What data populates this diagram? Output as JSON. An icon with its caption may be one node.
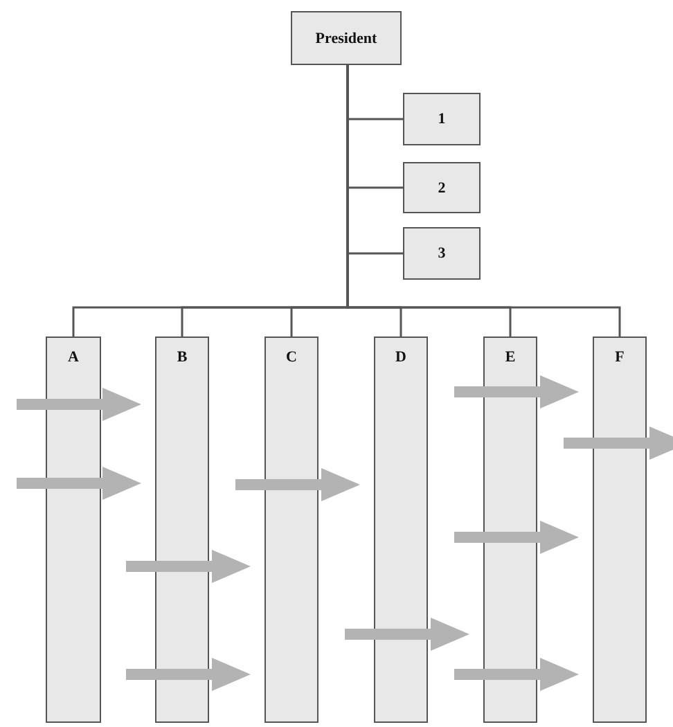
{
  "diagram": {
    "nodes": [
      {
        "text": [
          "President"
        ]
      },
      {
        "text": [
          "1"
        ]
      },
      {
        "text": [
          "2"
        ]
      },
      {
        "text": [
          "3"
        ]
      },
      {
        "text": [
          "A"
        ]
      },
      {
        "text": [
          "B"
        ]
      },
      {
        "text": [
          "C"
        ]
      },
      {
        "text": [
          "D"
        ]
      },
      {
        "text": [
          "E"
        ]
      },
      {
        "text": [
          "F"
        ]
      }
    ],
    "edges": [
      {
        "from": 0,
        "to": 1,
        "arrow": "none"
      },
      {
        "from": 0,
        "to": 2,
        "arrow": "none"
      },
      {
        "from": 0,
        "to": 3,
        "arrow": "none"
      },
      {
        "from": 0,
        "to": 4,
        "arrow": "none"
      },
      {
        "from": 0,
        "to": 5,
        "arrow": "none"
      },
      {
        "from": 0,
        "to": 6,
        "arrow": "none"
      },
      {
        "from": 0,
        "to": 7,
        "arrow": "none"
      },
      {
        "from": 0,
        "to": 8,
        "arrow": "none"
      },
      {
        "from": 0,
        "to": 9,
        "arrow": "none"
      },
      {
        "from": 4,
        "to": null,
        "arrow": "to",
        "style": "thick",
        "color": "#b3b3b3"
      },
      {
        "from": 4,
        "to": null,
        "arrow": "to",
        "style": "thick",
        "color": "#b3b3b3"
      },
      {
        "from": 5,
        "to": null,
        "arrow": "to",
        "style": "thick",
        "color": "#b3b3b3"
      },
      {
        "from": 5,
        "to": null,
        "arrow": "to",
        "style": "thick",
        "color": "#b3b3b3"
      },
      {
        "from": 6,
        "to": null,
        "arrow": "to",
        "style": "thick",
        "color": "#b3b3b3"
      },
      {
        "from": 7,
        "to": null,
        "arrow": "to",
        "style": "thick",
        "color": "#b3b3b3"
      },
      {
        "from": 8,
        "to": null,
        "arrow": "to",
        "style": "thick",
        "color": "#b3b3b3"
      },
      {
        "from": 8,
        "to": null,
        "arrow": "to",
        "style": "thick",
        "color": "#b3b3b3"
      },
      {
        "from": 8,
        "to": null,
        "arrow": "to",
        "style": "thick",
        "color": "#b3b3b3"
      },
      {
        "from": 9,
        "to": null,
        "arrow": "to",
        "style": "thick",
        "color": "#b3b3b3"
      }
    ]
  }
}
